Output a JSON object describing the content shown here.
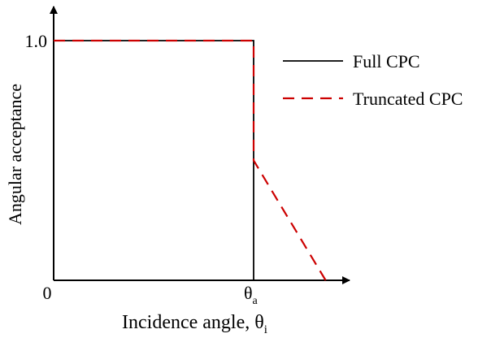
{
  "chart_data": {
    "type": "line",
    "xlabel": "Incidence angle, θ",
    "xlabel_sub": "i",
    "ylabel": "Angular acceptance",
    "origin_label": "0",
    "x_ticks": [
      {
        "value": 1.0,
        "label": "θ",
        "sub": "a"
      }
    ],
    "y_ticks": [
      {
        "value": 1.0,
        "label": "1.0"
      }
    ],
    "xlim": [
      0,
      1.5
    ],
    "ylim": [
      0,
      1.1
    ],
    "legend_position": "right",
    "series": [
      {
        "name": "Full CPC",
        "color": "#000000",
        "style": "solid",
        "points": [
          [
            0,
            1.0
          ],
          [
            1.0,
            1.0
          ],
          [
            1.0,
            0
          ]
        ]
      },
      {
        "name": "Truncated CPC",
        "color": "#cc0000",
        "style": "dashed",
        "points": [
          [
            0,
            1.0
          ],
          [
            1.0,
            1.0
          ],
          [
            1.0,
            0.5
          ],
          [
            1.36,
            0
          ]
        ]
      }
    ]
  }
}
